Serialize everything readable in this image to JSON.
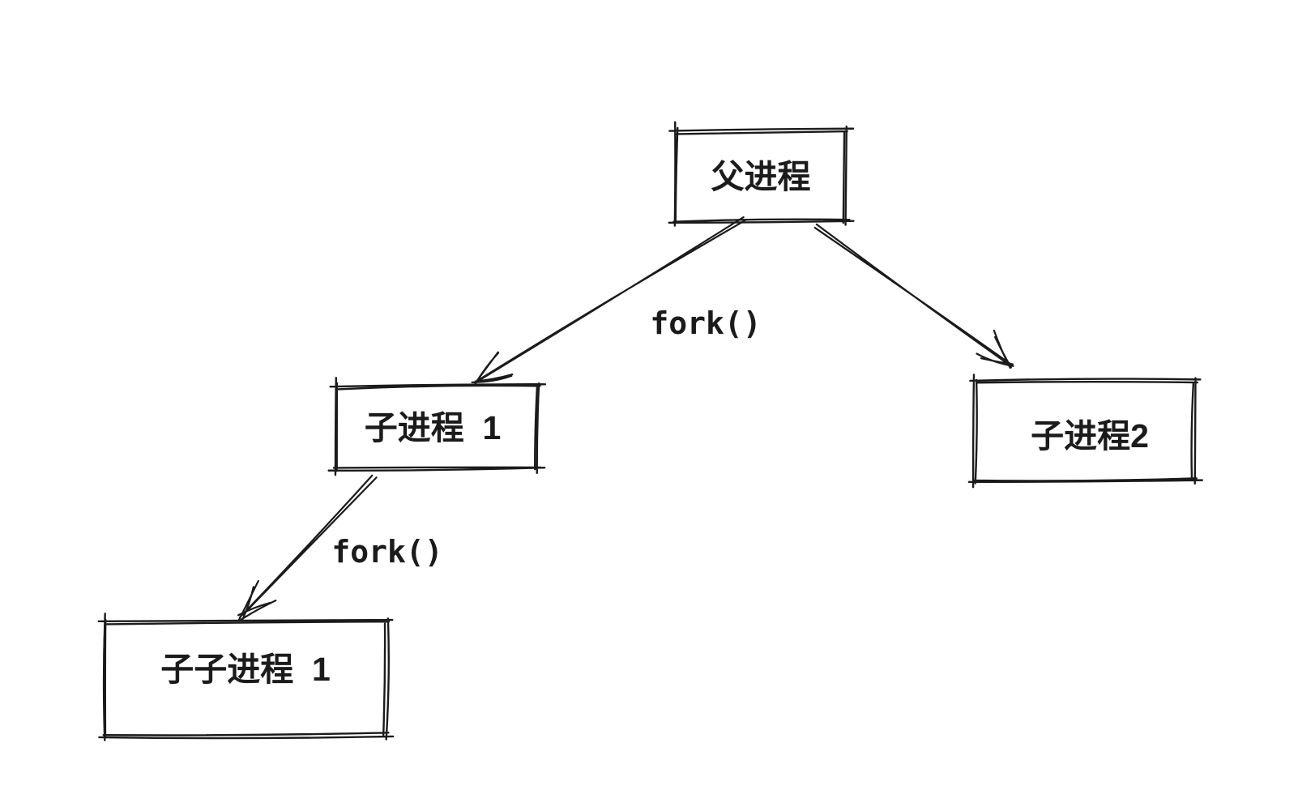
{
  "diagram": {
    "title": "",
    "background_color": "#ffffff",
    "stroke_color": "#1b1b1b",
    "text_color": "#1b1b1b",
    "nodes": [
      {
        "id": "parent",
        "label": "父进程"
      },
      {
        "id": "child1",
        "label": "子进程  1"
      },
      {
        "id": "child2",
        "label": "子进程2"
      },
      {
        "id": "grandchild1",
        "label": "子子进程  1"
      }
    ],
    "edges": [
      {
        "from": "parent",
        "to": "child1",
        "label": "fork()"
      },
      {
        "from": "parent",
        "to": "child2",
        "label": ""
      },
      {
        "from": "child1",
        "to": "grandchild1",
        "label": "fork()"
      }
    ]
  }
}
